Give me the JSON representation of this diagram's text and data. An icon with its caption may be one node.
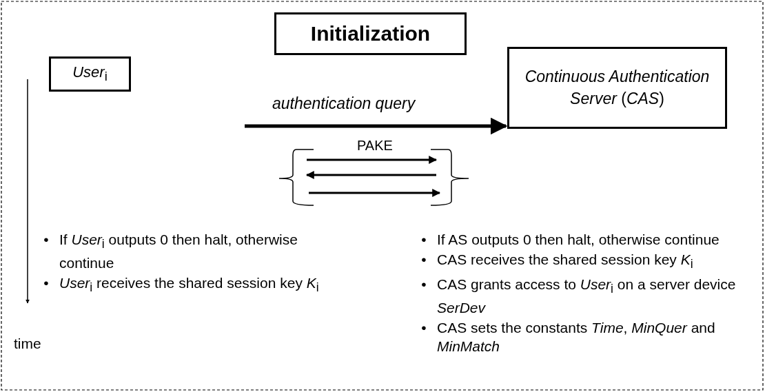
{
  "diagram": {
    "nodes": [
      {
        "text": [
          "Initialization"
        ]
      },
      {
        "text": [
          "*User*$_{i}$"
        ]
      },
      {
        "text": [
          "*Continuous Authentication Server* (*CAS*)"
        ]
      }
    ],
    "edges": [
      {
        "from": null,
        "to": 2,
        "arrow": "to",
        "label": "*authentication query*"
      }
    ],
    "labels": [
      "PAKE",
      "•",
      "If *User*$_{i}$ outputs 0 then halt, otherwise continue",
      "•",
      "*User*$_{i}$ receives the shared session key *K*$_{i}$",
      "time",
      "•",
      "If AS outputs 0 then halt, otherwise continue",
      "•",
      "CAS receives the shared session key *K*$_{i}$",
      "•",
      "CAS grants access to *User*$_{i}$ on a server device *SerDev*",
      "•",
      "CAS sets the constants *Time*, *MinQuer* and *MinMatch*"
    ]
  }
}
